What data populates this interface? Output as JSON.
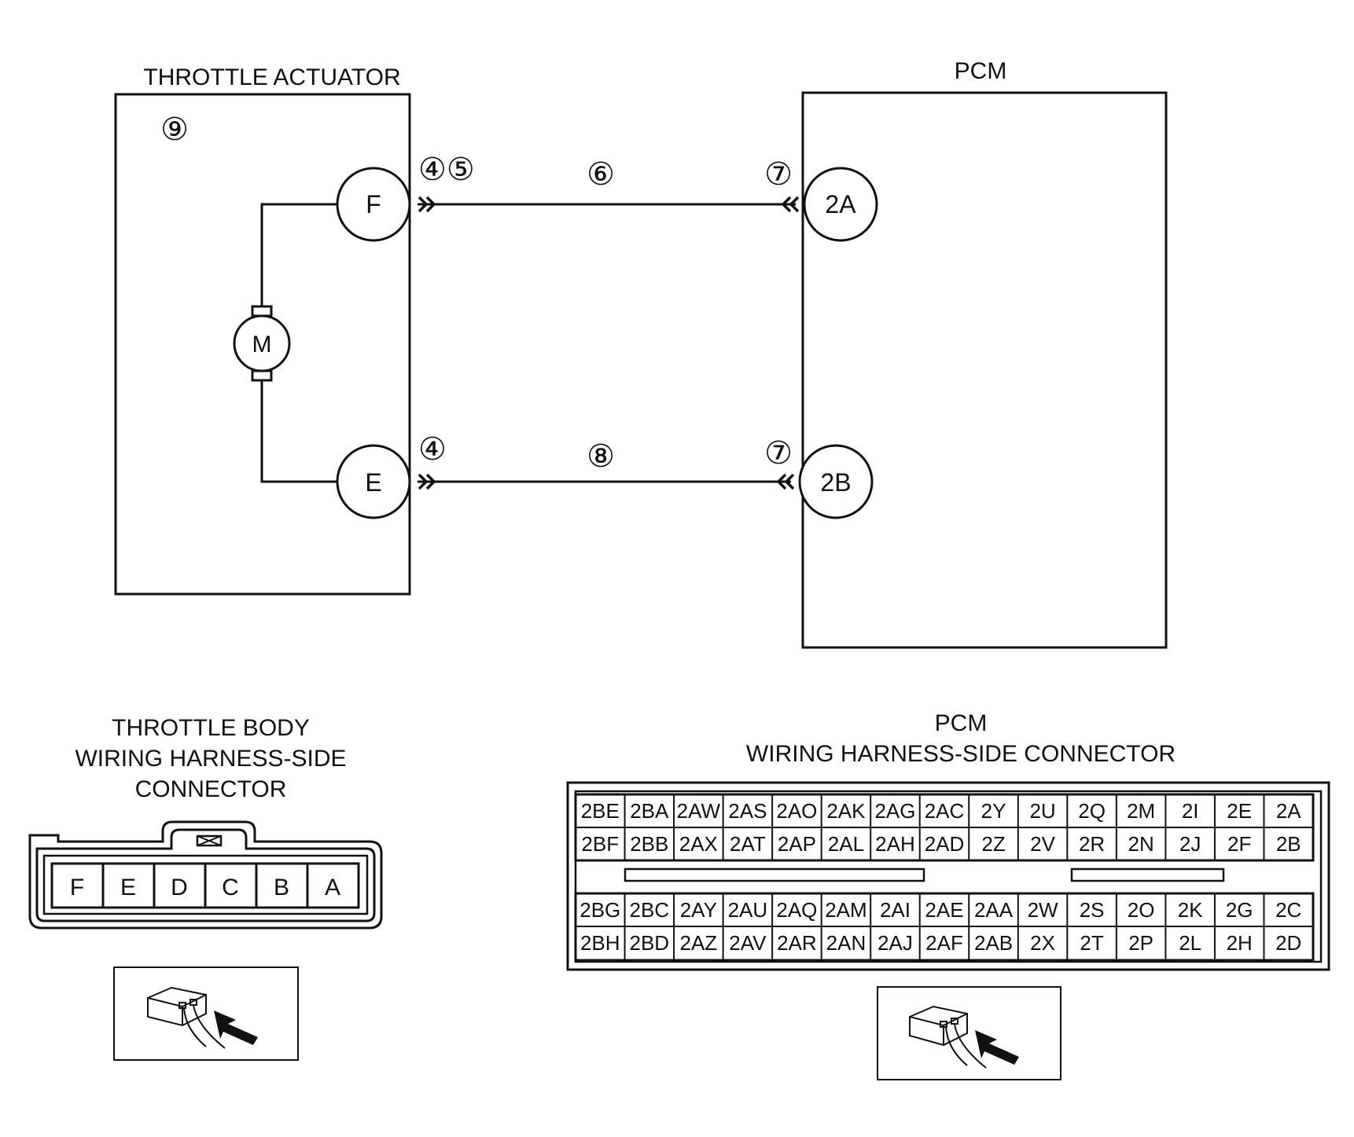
{
  "schematic": {
    "throttle_actuator_title": "THROTTLE ACTUATOR",
    "pcm_title": "PCM",
    "actuator_step": "⑨",
    "motor_label": "M",
    "terminals": {
      "actuator_top": "F",
      "actuator_bottom": "E",
      "pcm_top": "2A",
      "pcm_bottom": "2B"
    },
    "step_marks": {
      "top_actuator": "④⑤",
      "top_wire": "⑥",
      "top_pcm": "⑦",
      "bottom_actuator": "④",
      "bottom_wire": "⑧",
      "bottom_pcm": "⑦"
    }
  },
  "throttle_connector": {
    "title_lines": [
      "THROTTLE BODY",
      "WIRING HARNESS-SIDE",
      "CONNECTOR"
    ],
    "pins": [
      "F",
      "E",
      "D",
      "C",
      "B",
      "A"
    ]
  },
  "pcm_connector": {
    "title_lines": [
      "PCM",
      "WIRING HARNESS-SIDE CONNECTOR"
    ],
    "rows": [
      [
        "2BE",
        "2BA",
        "2AW",
        "2AS",
        "2AO",
        "2AK",
        "2AG",
        "2AC",
        "2Y",
        "2U",
        "2Q",
        "2M",
        "2I",
        "2E",
        "2A"
      ],
      [
        "2BF",
        "2BB",
        "2AX",
        "2AT",
        "2AP",
        "2AL",
        "2AH",
        "2AD",
        "2Z",
        "2V",
        "2R",
        "2N",
        "2J",
        "2F",
        "2B"
      ],
      [
        "2BG",
        "2BC",
        "2AY",
        "2AU",
        "2AQ",
        "2AM",
        "2AI",
        "2AE",
        "2AA",
        "2W",
        "2S",
        "2O",
        "2K",
        "2G",
        "2C"
      ],
      [
        "2BH",
        "2BD",
        "2AZ",
        "2AV",
        "2AR",
        "2AN",
        "2AJ",
        "2AF",
        "2AB",
        "2X",
        "2T",
        "2P",
        "2L",
        "2H",
        "2D"
      ]
    ]
  }
}
